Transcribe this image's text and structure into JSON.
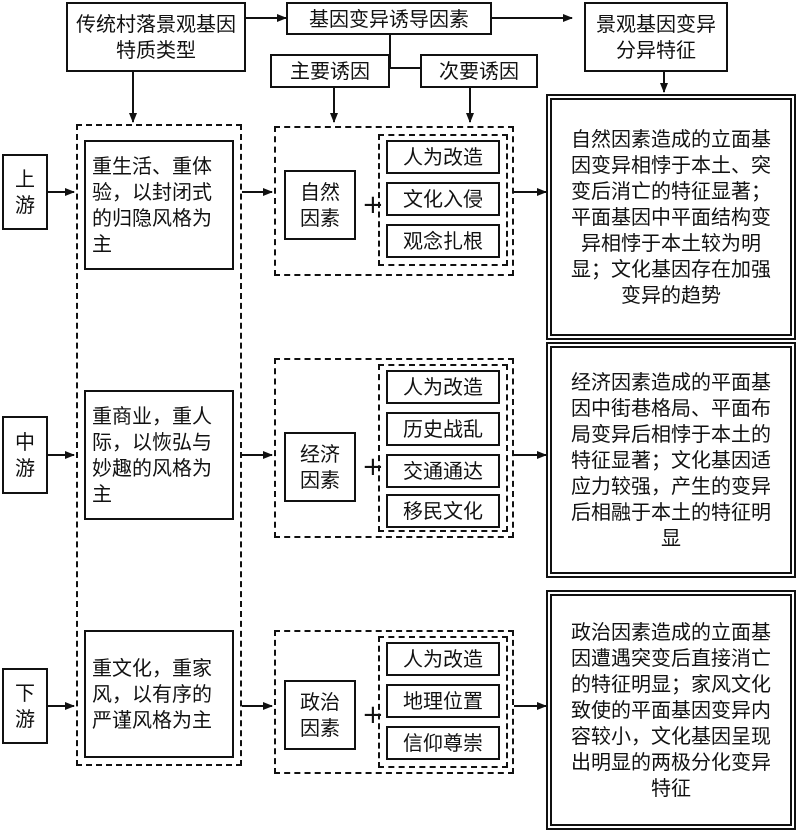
{
  "headers": {
    "type": "传统村落景观基因特质类型",
    "factors": "基因变异诱导因素",
    "result": "景观基因变异分异特征",
    "primary": "主要诱因",
    "secondary": "次要诱因"
  },
  "reaches": [
    {
      "label": "上游",
      "style": "重生活、重体验，以封闭式的归隐风格为主",
      "primary": "自然因素",
      "secondary": [
        "人为改造",
        "文化入侵",
        "观念扎根"
      ],
      "result": "自然因素造成的立面基因变异相悖于本土、突变后消亡的特征显著；平面基因中平面结构变异相悖于本土较为明显；文化基因存在加强变异的趋势"
    },
    {
      "label": "中游",
      "style": "重商业，重人际，以恢弘与妙趣的风格为主",
      "primary": "经济因素",
      "secondary": [
        "人为改造",
        "历史战乱",
        "交通通达",
        "移民文化"
      ],
      "result": "经济因素造成的平面基因中街巷格局、平面布局变异后相悖于本土的特征显著；文化基因适应力较强，产生的变异后相融于本土的特征明显"
    },
    {
      "label": "下游",
      "style": "重文化，重家风，以有序的严谨风格为主",
      "primary": "政治因素",
      "secondary": [
        "人为改造",
        "地理位置",
        "信仰尊崇"
      ],
      "result": "政治因素造成的立面基因遭遇突变后直接消亡的特征明显；家风文化致使的平面基因变异内容较小，文化基因呈现出明显的两极分化变异特征"
    }
  ]
}
